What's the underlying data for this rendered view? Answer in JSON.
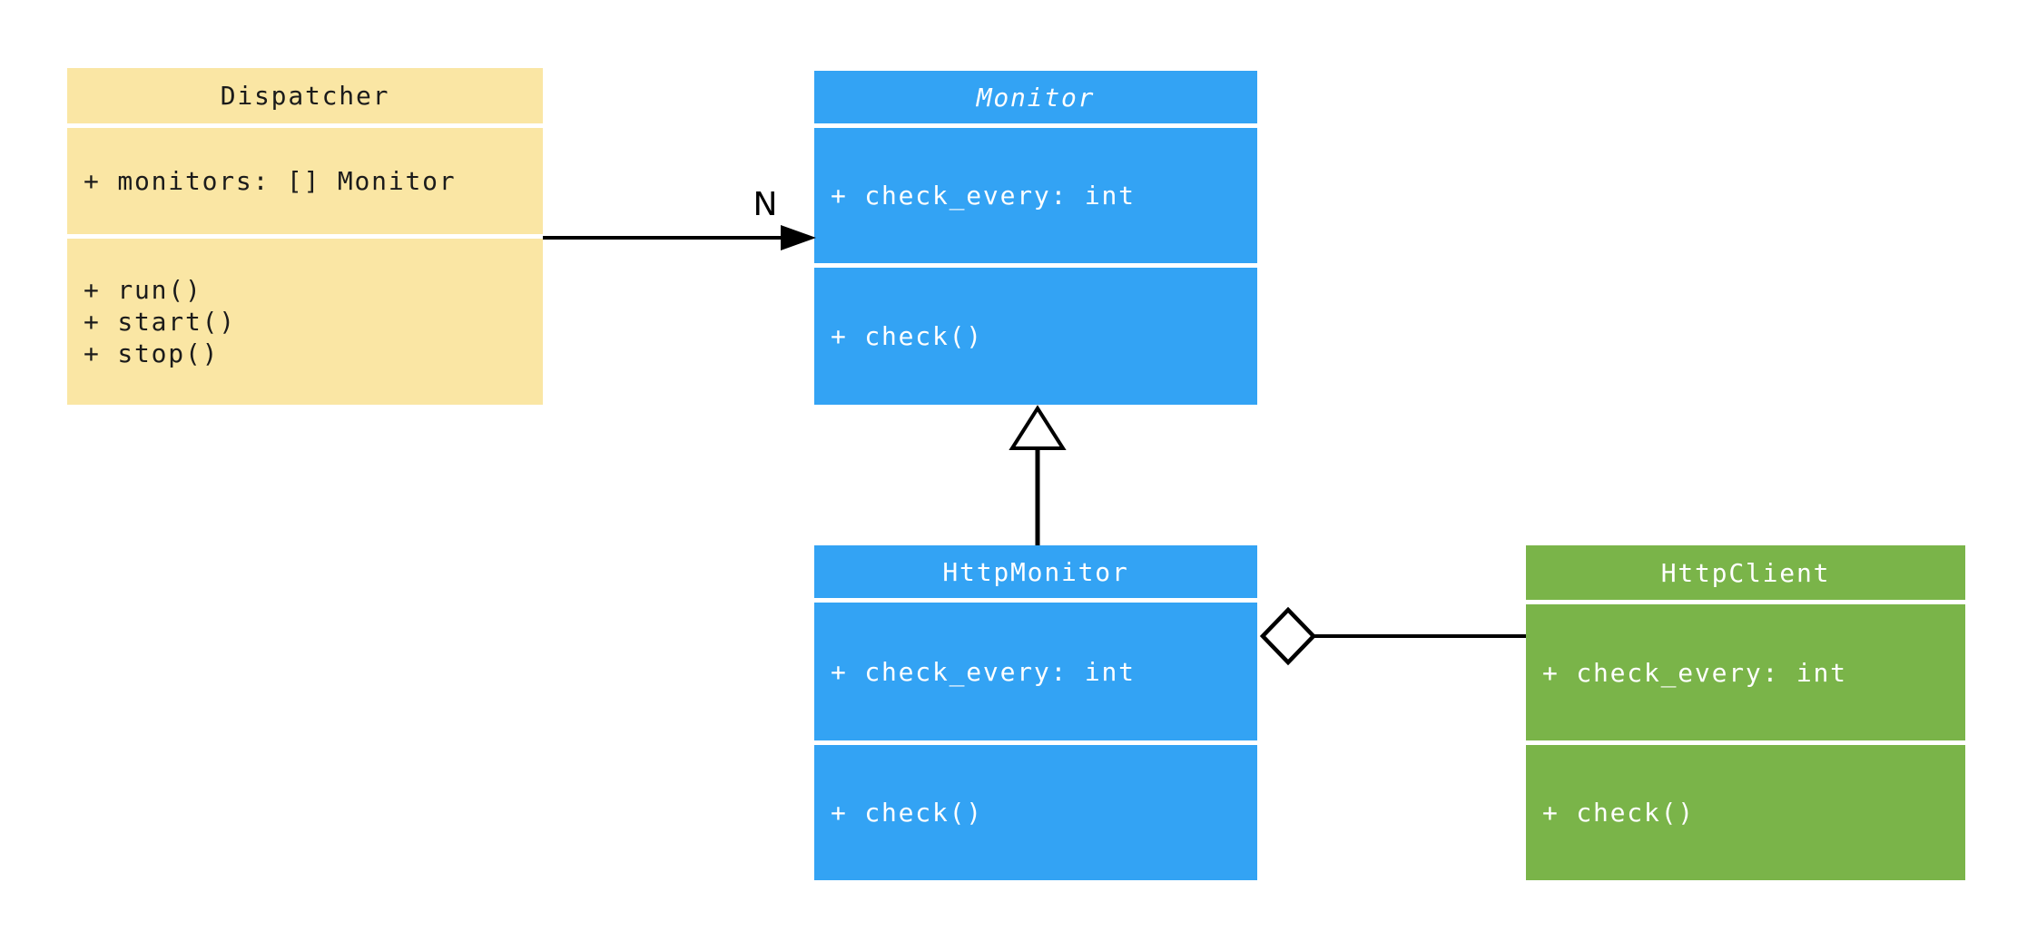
{
  "diagram": {
    "type": "uml-class-diagram",
    "background": "#FFFFFF",
    "colors": {
      "dispatcher_fill": "#FAE6A4",
      "monitor_fill": "#33A3F4",
      "http_monitor_fill": "#33A3F4",
      "http_client_fill": "#7AB449",
      "connector": "#000000",
      "text_dark": "#1B1B1B",
      "text_light": "#FFFFFF"
    }
  },
  "classes": {
    "dispatcher": {
      "name": "Dispatcher",
      "abstract": false,
      "attributes": [
        "+ monitors: [] Monitor"
      ],
      "methods": [
        "+ run()",
        "+ start()",
        "+ stop()"
      ]
    },
    "monitor": {
      "name": "Monitor",
      "abstract": true,
      "attributes": [
        "+ check_every: int"
      ],
      "methods": [
        "+ check()"
      ]
    },
    "http_monitor": {
      "name": "HttpMonitor",
      "abstract": false,
      "attributes": [
        "+ check_every: int"
      ],
      "methods": [
        "+ check()"
      ]
    },
    "http_client": {
      "name": "HttpClient",
      "abstract": false,
      "attributes": [
        "+ check_every: int"
      ],
      "methods": [
        "+ check()"
      ]
    }
  },
  "relationships": [
    {
      "from": "Dispatcher",
      "to": "Monitor",
      "type": "directed-association",
      "label": "N"
    },
    {
      "from": "HttpMonitor",
      "to": "Monitor",
      "type": "generalization",
      "label": ""
    },
    {
      "from": "HttpMonitor",
      "to": "HttpClient",
      "type": "aggregation",
      "label": ""
    }
  ]
}
